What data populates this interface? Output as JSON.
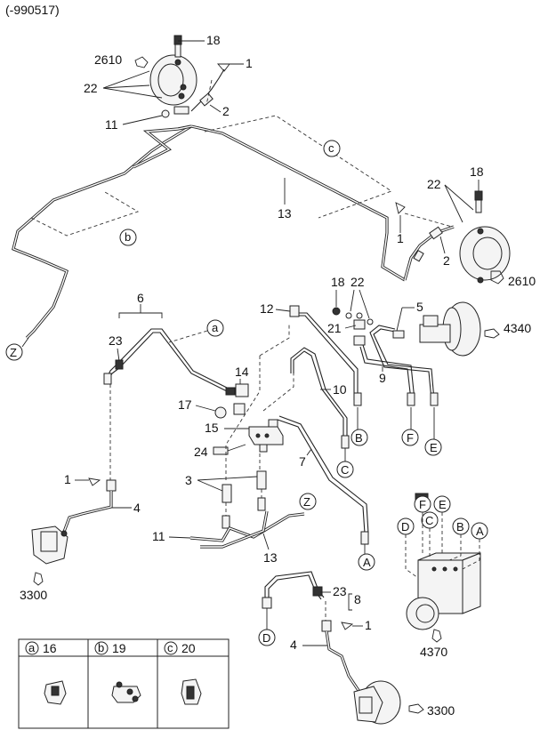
{
  "header": {
    "code": "(-990517)"
  },
  "callouts": {
    "n1a": "1",
    "n1b": "1",
    "n1c": "1",
    "n1d": "1",
    "n2a": "2",
    "n2b": "2",
    "n3": "3",
    "n4a": "4",
    "n4b": "4",
    "n5": "5",
    "n6": "6",
    "n7": "7",
    "n8": "8",
    "n9": "9",
    "n10": "10",
    "n11a": "11",
    "n11b": "11",
    "n12": "12",
    "n13a": "13",
    "n13b": "13",
    "n14": "14",
    "n15": "15",
    "n17": "17",
    "n18a": "18",
    "n18b": "18",
    "n18c": "18",
    "n21": "21",
    "n22a": "22",
    "n22b": "22",
    "n22c": "22",
    "n23a": "23",
    "n23b": "23",
    "n24": "24"
  },
  "part_codes": {
    "p2610a": "2610",
    "p2610b": "2610",
    "p4340": "4340",
    "p3300a": "3300",
    "p3300b": "3300",
    "p4370": "4370"
  },
  "letters": {
    "a1": "a",
    "b1": "b",
    "c1": "c",
    "Z1": "Z",
    "Z2": "Z",
    "A1": "A",
    "A2": "A",
    "B1": "B",
    "B2": "B",
    "C1": "C",
    "C2": "C",
    "D1": "D",
    "D2": "D",
    "E1": "E",
    "E2": "E",
    "F1": "F",
    "F2": "F"
  },
  "legend": {
    "cells": [
      {
        "letter": "a",
        "number": "16"
      },
      {
        "letter": "b",
        "number": "19"
      },
      {
        "letter": "c",
        "number": "20"
      }
    ]
  }
}
